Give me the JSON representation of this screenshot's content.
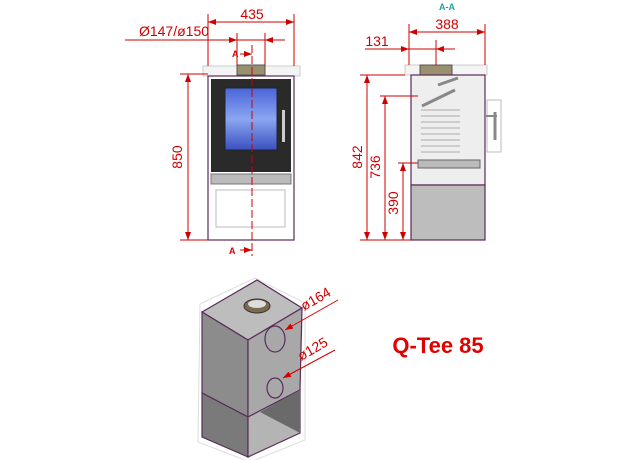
{
  "title": "Q-Tee 85",
  "section_label": "A-A",
  "front_view": {
    "width_dim": "435",
    "flue_dim": "Ø147/ø150",
    "height_dim": "850",
    "section_mark_top": "A",
    "section_mark_bottom": "A"
  },
  "side_view": {
    "depth_dim": "388",
    "flue_offset_dim": "131",
    "height_dim": "842",
    "flue_center_height_dim": "736",
    "lower_height_dim": "390"
  },
  "iso_view": {
    "upper_hole_dim": "ø164",
    "lower_hole_dim": "ø125"
  },
  "colors": {
    "dimension": "#d00000",
    "outline": "#5a2a5a",
    "label": "#20a0a0",
    "glass": "#5a78e0"
  }
}
